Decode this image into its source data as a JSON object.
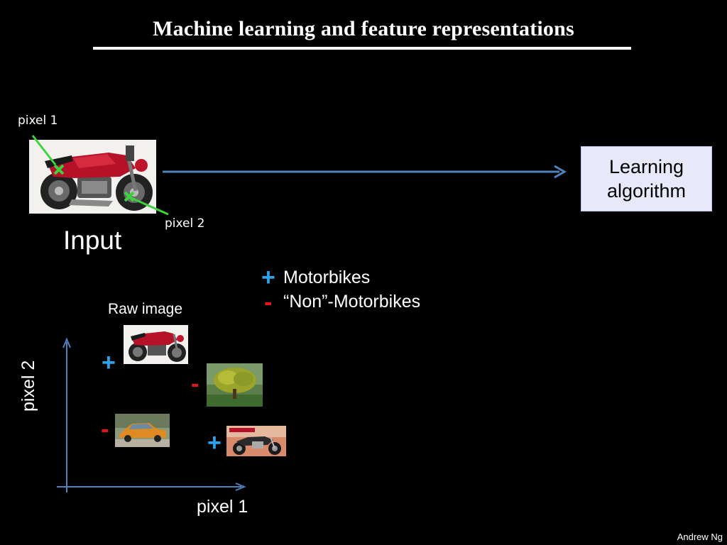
{
  "title": "Machine learning and feature representations",
  "input_section": {
    "pixel1_label": "pixel 1",
    "pixel2_label": "pixel 2",
    "input_label": "Input",
    "learning_box_label": "Learning algorithm"
  },
  "legend": {
    "plus_symbol": "+",
    "plus_label": "Motorbikes",
    "minus_symbol": "-",
    "minus_label": "“Non”-Motorbikes"
  },
  "plot": {
    "raw_image_label": "Raw image",
    "x_axis_label": "pixel 1",
    "y_axis_label": "pixel 2",
    "points": [
      {
        "class": "plus",
        "image": "motorbike"
      },
      {
        "class": "minus",
        "image": "tree"
      },
      {
        "class": "minus",
        "image": "car"
      },
      {
        "class": "plus",
        "image": "cruiser-motorbike"
      }
    ]
  },
  "footer": {
    "author": "Andrew Ng"
  },
  "colors": {
    "background": "#000000",
    "arrow": "#4f81bd",
    "pixel_marker": "#3fd23f",
    "plus": "#2aa3ea",
    "minus": "#e4141b",
    "learning_box": "#e8e8fb"
  }
}
